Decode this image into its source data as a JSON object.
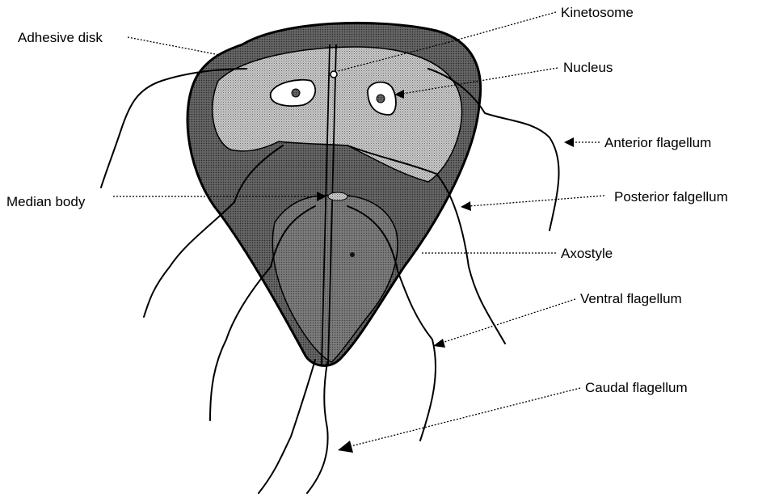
{
  "labels": {
    "kinetosome": "Kinetosome",
    "adhesive_disk": "Adhesive disk",
    "nucleus": "Nucleus",
    "anterior_flagellum": "Anterior flagellum",
    "median_body": "Median body",
    "posterior_flagellum": "Posterior falgellum",
    "axostyle": "Axostyle",
    "ventral_flagellum": "Ventral flagellum",
    "caudal_flagellum": "Caudal flagellum"
  },
  "colors": {
    "outer_body": "#555555",
    "lower_body": "#6e6e6e",
    "adhesive_disk": "#bdbdbd",
    "nucleus_fill": "#ffffff",
    "line": "#000000"
  }
}
